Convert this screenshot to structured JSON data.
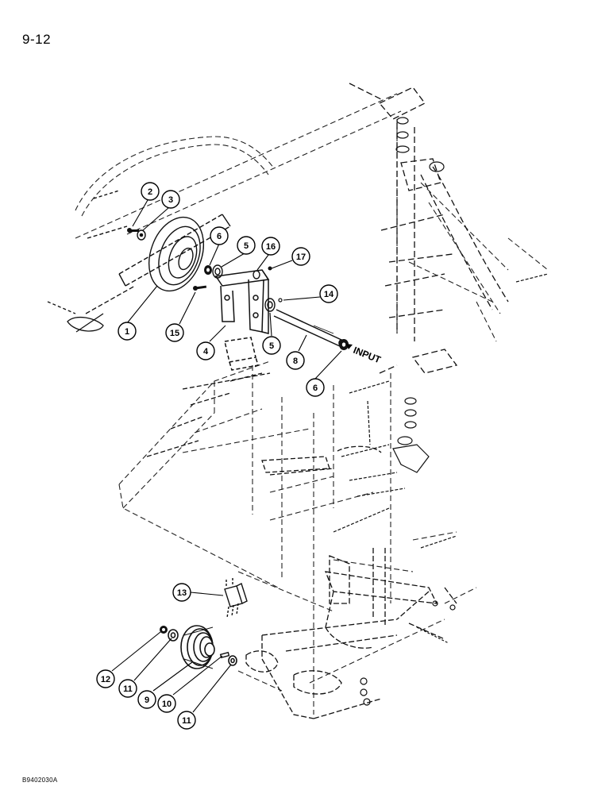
{
  "page_number": "9-12",
  "figure_code": "B9402030A",
  "input_label": "INPUT",
  "callouts": [
    {
      "id": "c1",
      "text": "1"
    },
    {
      "id": "c2",
      "text": "2"
    },
    {
      "id": "c3",
      "text": "3"
    },
    {
      "id": "c4",
      "text": "4"
    },
    {
      "id": "c5a",
      "text": "5"
    },
    {
      "id": "c5b",
      "text": "5"
    },
    {
      "id": "c6a",
      "text": "6"
    },
    {
      "id": "c6b",
      "text": "6"
    },
    {
      "id": "c8",
      "text": "8"
    },
    {
      "id": "c9",
      "text": "9"
    },
    {
      "id": "c10",
      "text": "10"
    },
    {
      "id": "c11a",
      "text": "11"
    },
    {
      "id": "c11b",
      "text": "11"
    },
    {
      "id": "c12",
      "text": "12"
    },
    {
      "id": "c13",
      "text": "13"
    },
    {
      "id": "c14",
      "text": "14"
    },
    {
      "id": "c15",
      "text": "15"
    },
    {
      "id": "c16",
      "text": "16"
    },
    {
      "id": "c17",
      "text": "17"
    }
  ]
}
